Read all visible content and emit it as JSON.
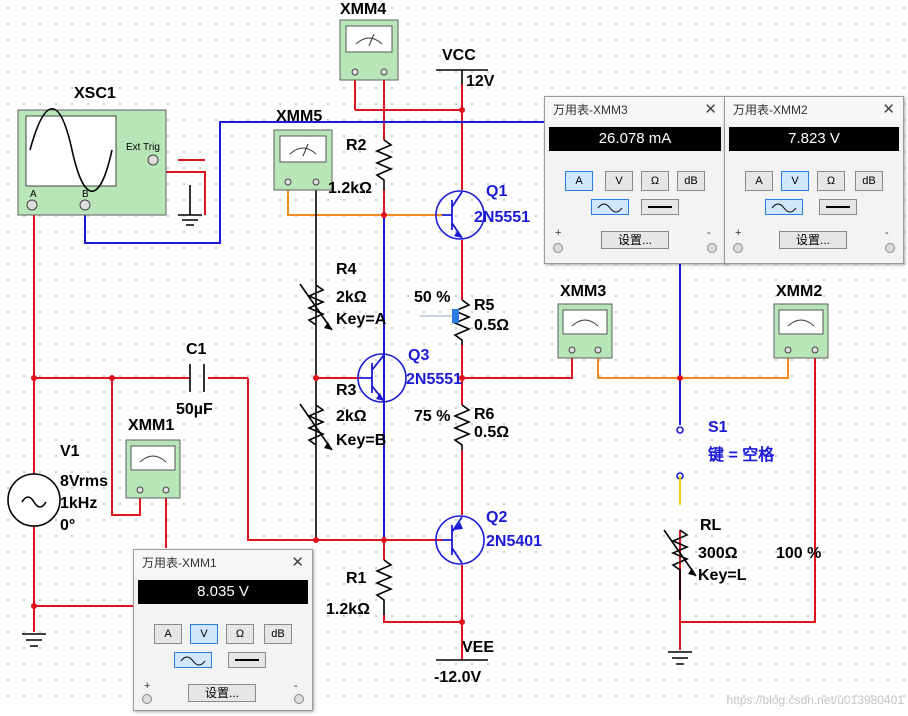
{
  "instruments": {
    "scope": {
      "name": "XSC1",
      "ext_trig": "Ext Trig",
      "ch_a": "A",
      "ch_b": "B",
      "plus": "+",
      "minus": "_"
    },
    "xmm1": {
      "name": "XMM1"
    },
    "xmm2": {
      "name": "XMM2"
    },
    "xmm3": {
      "name": "XMM3"
    },
    "xmm4": {
      "name": "XMM4"
    },
    "xmm5": {
      "name": "XMM5"
    }
  },
  "supplies": {
    "vcc": {
      "name": "VCC",
      "value": "12V"
    },
    "vee": {
      "name": "VEE",
      "value": "-12.0V"
    }
  },
  "components": {
    "r1": {
      "name": "R1",
      "value": "1.2kΩ"
    },
    "r2": {
      "name": "R2",
      "value": "1.2kΩ"
    },
    "r3": {
      "name": "R3",
      "value": "2kΩ",
      "key": "Key=B",
      "percent": "75 %"
    },
    "r4": {
      "name": "R4",
      "value": "2kΩ",
      "key": "Key=A",
      "percent": "50 %"
    },
    "r5": {
      "name": "R5",
      "value": "0.5Ω"
    },
    "r6": {
      "name": "R6",
      "value": "0.5Ω"
    },
    "c1": {
      "name": "C1",
      "value": "50µF"
    },
    "q1": {
      "name": "Q1",
      "model": "2N5551"
    },
    "q2": {
      "name": "Q2",
      "model": "2N5401"
    },
    "q3": {
      "name": "Q3",
      "model": "2N5551"
    },
    "s1": {
      "name": "S1",
      "key": "键 = 空格"
    },
    "rl": {
      "name": "RL",
      "value": "300Ω",
      "key": "Key=L",
      "percent": "100 %"
    },
    "v1": {
      "name": "V1",
      "amplitude": "8Vrms",
      "freq": "1kHz",
      "phase": "0°"
    }
  },
  "panels": {
    "xmm3": {
      "title": "万用表-XMM3",
      "reading": "26.078 mA",
      "mode": "A"
    },
    "xmm2": {
      "title": "万用表-XMM2",
      "reading": "7.823 V",
      "mode": "V"
    },
    "xmm1": {
      "title": "万用表-XMM1",
      "reading": "8.035 V",
      "mode": "V"
    },
    "buttons": {
      "a": "A",
      "v": "V",
      "ohm": "Ω",
      "db": "dB",
      "settings": "设置...",
      "close": "✕",
      "plus": "+",
      "minus": "-"
    }
  },
  "watermark": "https://blog.csdn.net/u013980401",
  "colors": {
    "red_wire": "#e0141e",
    "blue_wire": "#1a1ad6",
    "orange_wire": "#f28b1e",
    "meter_green": "#b9e6b9",
    "blue_label": "#1a1ad6"
  }
}
